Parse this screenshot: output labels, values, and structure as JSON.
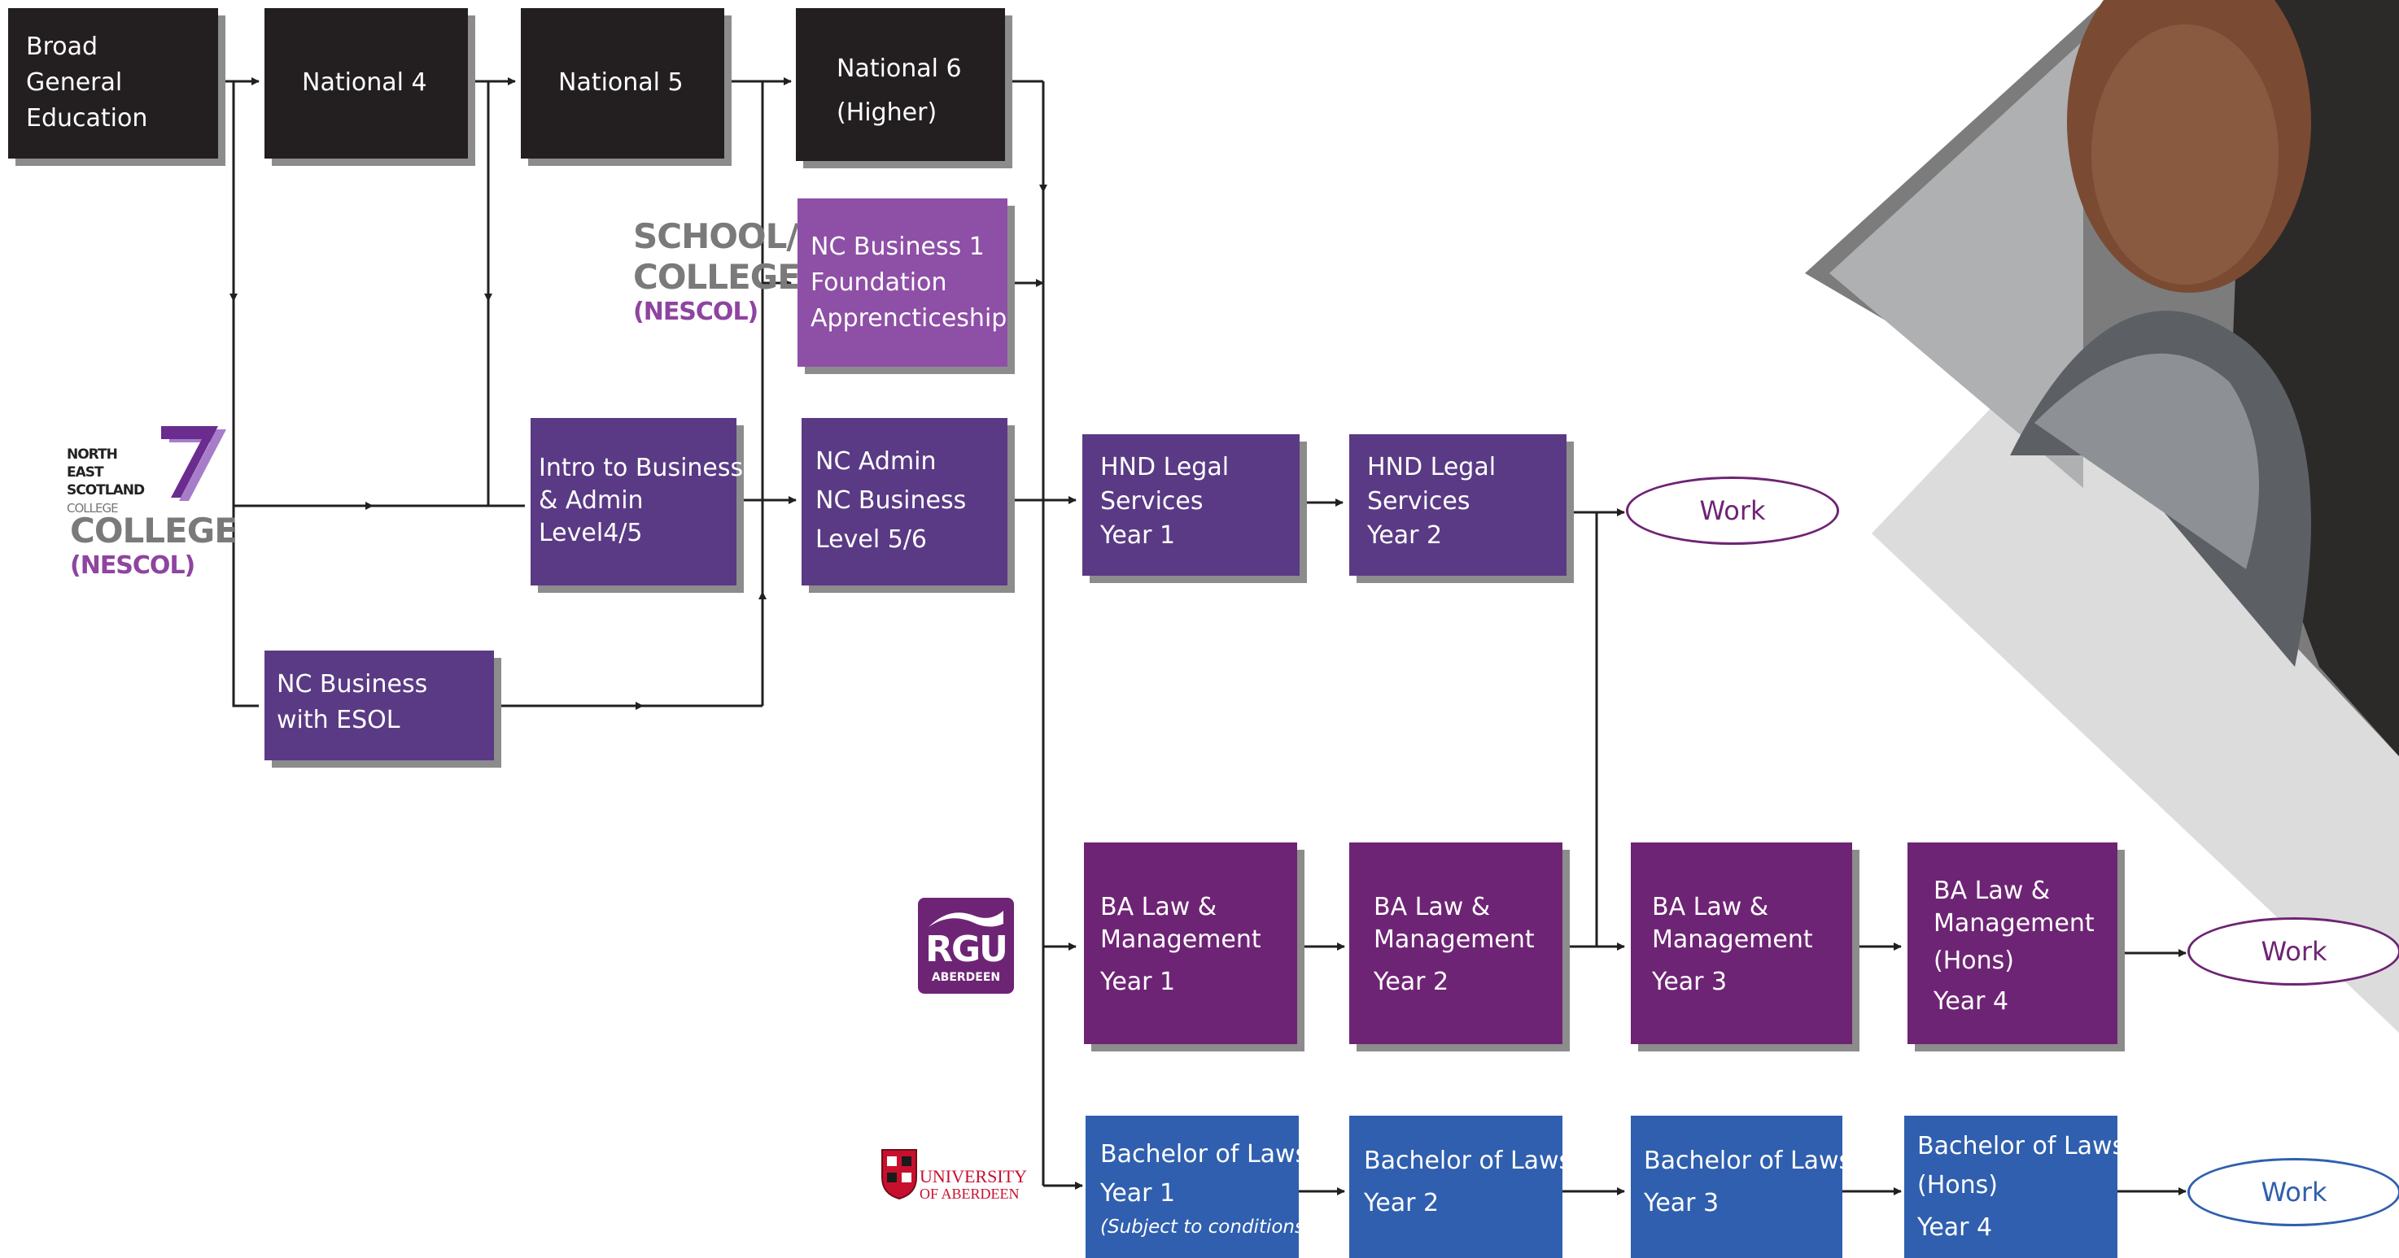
{
  "boxes": {
    "bge": [
      "Broad",
      "General",
      "Education"
    ],
    "nat4": [
      "National 4"
    ],
    "nat5": [
      "National 5"
    ],
    "nat6": [
      "National 6",
      "(Higher)"
    ],
    "ncfound": [
      "NC Business 1",
      "Foundation",
      "Apprencticeship"
    ],
    "intro": [
      "Intro to Business",
      "& Admin",
      "Level4/5"
    ],
    "ncadmin": [
      "NC Admin",
      "NC Business",
      "Level 5/6"
    ],
    "esol": [
      "NC Business",
      "with ESOL"
    ],
    "hnd1": [
      "HND Legal",
      "Services",
      "Year 1"
    ],
    "hnd2": [
      "HND Legal",
      "Services",
      "Year 2"
    ],
    "ba1": [
      "BA Law &",
      "Management",
      "Year 1"
    ],
    "ba2": [
      "BA Law &",
      "Management",
      "Year 2"
    ],
    "ba3": [
      "BA Law &",
      "Management",
      "Year 3"
    ],
    "ba4": [
      "BA Law &",
      "Management",
      "(Hons)",
      "Year 4"
    ],
    "bl1": [
      "Bachelor of Laws",
      "Year 1",
      "(Subject to conditions)"
    ],
    "bl2": [
      "Bachelor of Laws",
      "Year 2"
    ],
    "bl3": [
      "Bachelor of Laws",
      "Year 3"
    ],
    "bl4": [
      "Bachelor of Laws",
      "(Hons)",
      "Year 4"
    ]
  },
  "work_label": "Work",
  "labels": {
    "school_college": [
      "SCHOOL/",
      "COLLEGE",
      "(NESCOL)"
    ],
    "nescol_logo": [
      "NORTH EAST",
      "SCOTLAND",
      "COLLEGE"
    ],
    "nescol": [
      "COLLEGE",
      "(NESCOL)"
    ],
    "rgu": [
      "RGU",
      "ABERDEEN"
    ],
    "uoa": [
      "UNIVERSITY",
      "OF ABERDEEN"
    ]
  },
  "colors": {
    "black": "#231f20",
    "purple": "#5a3a84",
    "lilac": "#8e4fa6",
    "magenta": "#6e2474",
    "blue": "#2f5fae"
  }
}
